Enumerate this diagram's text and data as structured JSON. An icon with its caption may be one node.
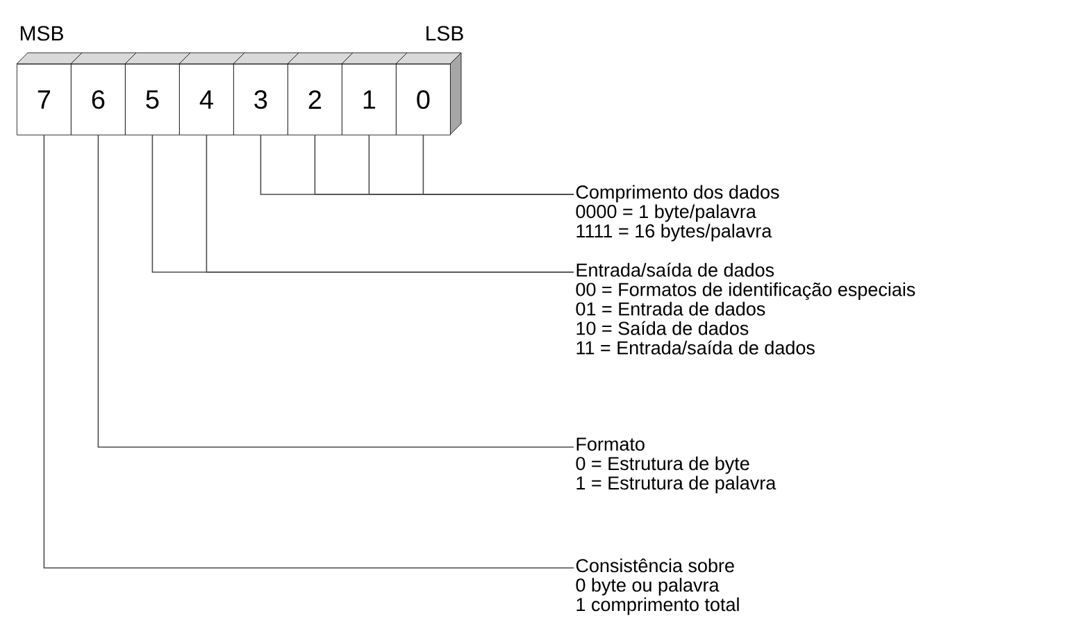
{
  "diagram": {
    "nodes": [
      {
        "text": [
          "7"
        ]
      },
      {
        "text": [
          "6"
        ]
      },
      {
        "text": [
          "5"
        ]
      },
      {
        "text": [
          "4"
        ]
      },
      {
        "text": [
          "3"
        ]
      },
      {
        "text": [
          "2"
        ]
      },
      {
        "text": [
          "1"
        ]
      },
      {
        "text": [
          "0"
        ]
      },
      {
        "text": [
          "Comprimento dos dados",
          "0000 = 1 byte/palavra",
          "1111 = 16 bytes/palavra"
        ]
      },
      {
        "text": [
          "Entrada/saída de dados",
          "00 = Formatos de identificação especiais",
          "01 = Entrada de dados",
          "10 = Saída de dados",
          "11 = Entrada/saída de dados"
        ]
      },
      {
        "text": [
          "Formato",
          "0 = Estrutura de byte",
          "1 = Estrutura de palavra"
        ]
      },
      {
        "text": [
          "Consistência sobre",
          "0 byte ou palavra",
          "1 comprimento total"
        ]
      }
    ],
    "edges": [
      {
        "from": 4,
        "to": 8,
        "arrow": "none"
      },
      {
        "from": 5,
        "to": 8,
        "arrow": "none"
      },
      {
        "from": 6,
        "to": 8,
        "arrow": "none"
      },
      {
        "from": 7,
        "to": 8,
        "arrow": "none"
      },
      {
        "from": 2,
        "to": 9,
        "arrow": "none"
      },
      {
        "from": 3,
        "to": 9,
        "arrow": "none"
      },
      {
        "from": 1,
        "to": 10,
        "arrow": "none"
      },
      {
        "from": 0,
        "to": 11,
        "arrow": "none"
      }
    ],
    "labels": [
      "MSB",
      "LSB"
    ]
  }
}
